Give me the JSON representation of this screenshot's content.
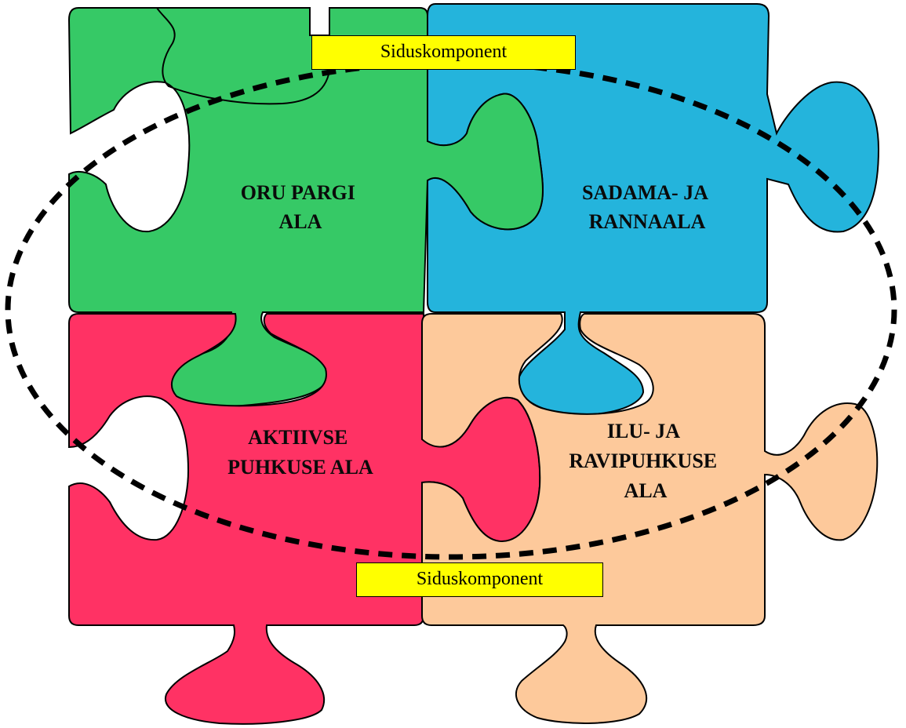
{
  "colors": {
    "green": "#36c966",
    "blue": "#24b4dc",
    "red": "#ff3264",
    "peach": "#fdc99b",
    "link_fill": "#ffff00",
    "outline": "#000000"
  },
  "pieces": {
    "green": {
      "line1": "ORU PARGI",
      "line2": "ALA"
    },
    "blue": {
      "line1": "SADAMA- JA",
      "line2": "RANNAALA"
    },
    "red": {
      "line1": "AKTIIVSE",
      "line2": "PUHKUSE ALA"
    },
    "peach": {
      "line1": "ILU- JA",
      "line2": "RAVIPUHKUSE",
      "line3": "ALA"
    }
  },
  "links": {
    "top": "Siduskomponent",
    "bottom": "Siduskomponent"
  }
}
